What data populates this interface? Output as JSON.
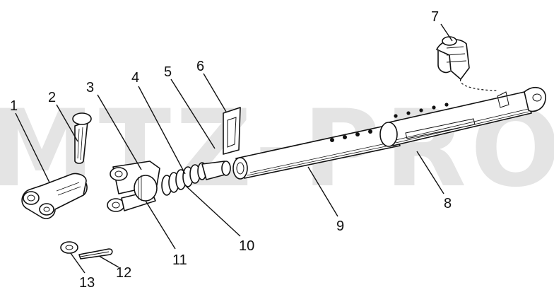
{
  "watermark": "MTZ-PRO",
  "callouts": {
    "c1": "1",
    "c2": "2",
    "c3": "3",
    "c4": "4",
    "c5": "5",
    "c6": "6",
    "c7": "7",
    "c8": "8",
    "c9": "9",
    "c10": "10",
    "c11": "11",
    "c12": "12",
    "c13": "13"
  },
  "colors": {
    "ink": "#111111",
    "paper": "#ffffff",
    "watermark": "#e4e4e4"
  }
}
